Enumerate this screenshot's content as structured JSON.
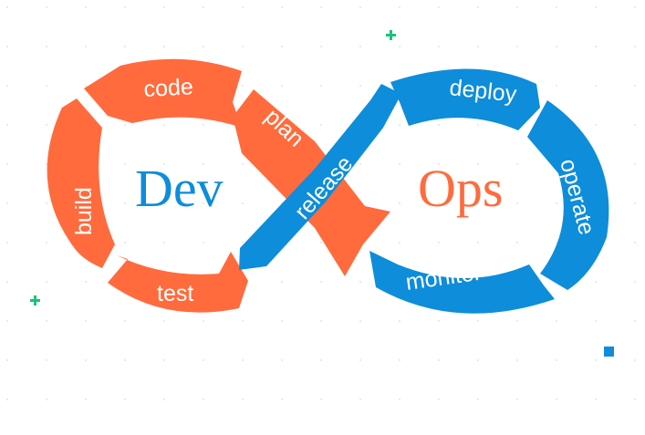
{
  "diagram": {
    "left_center_label": "Dev",
    "right_center_label": "Ops",
    "dev_segments": {
      "code": "code",
      "build": "build",
      "test": "test",
      "plan": "plan"
    },
    "ops_segments": {
      "release": "release",
      "deploy": "deploy",
      "operate": "operate",
      "monitor": "monitor"
    }
  },
  "colors": {
    "dev": "#FF6B3D",
    "ops": "#0D8DDA",
    "accent_green": "#19C37D",
    "dot_grid": "#E6E8EC"
  },
  "decorations": {
    "plus_icons": [
      "plus-icon",
      "plus-icon"
    ],
    "square": "square-icon"
  }
}
